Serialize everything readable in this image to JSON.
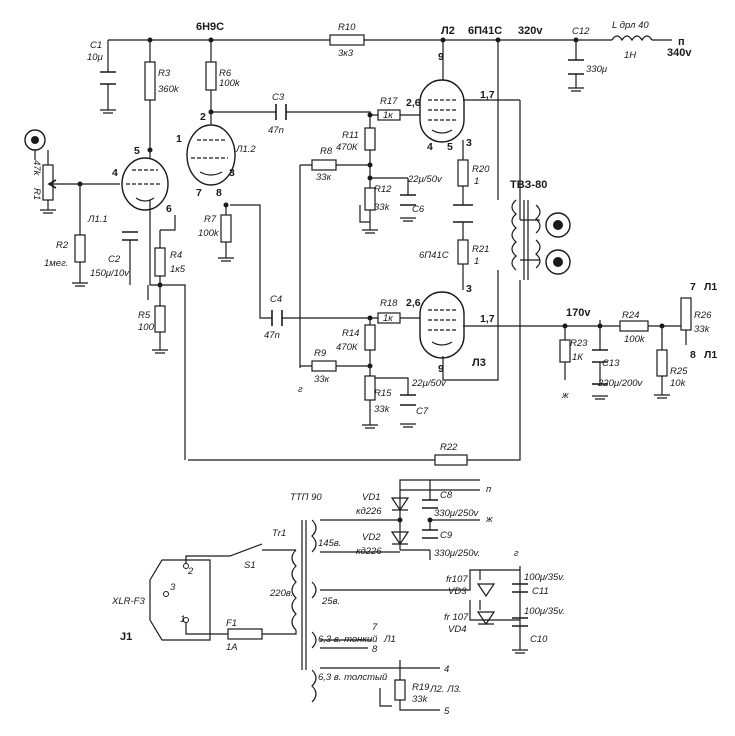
{
  "tubes": {
    "driver": "6Н9С",
    "output": "6П41С",
    "output2": "6П41С",
    "v1": "Л1.1",
    "v2": "Л1.2",
    "l2": "Л2",
    "l3": "Л3"
  },
  "rails": {
    "b320": "320v",
    "b340": "340v",
    "b170": "170v",
    "n": "п"
  },
  "transformer_out": "ТВЗ-80",
  "choke": {
    "name": "L дрл 40",
    "value": "1Н"
  },
  "components": {
    "C1": [
      "C1",
      "10μ"
    ],
    "R3": [
      "R3",
      "360k"
    ],
    "R6": [
      "R6",
      "100k"
    ],
    "R10": [
      "R10",
      "3к3"
    ],
    "C12": [
      "C12",
      "330μ"
    ],
    "C3": [
      "C3",
      "47n"
    ],
    "R17": [
      "R17",
      "1к"
    ],
    "R11": [
      "R11",
      "470К"
    ],
    "R8": [
      "R8",
      "33к"
    ],
    "R12": [
      "R12",
      "33k"
    ],
    "C6": [
      "C6",
      "22μ/50v"
    ],
    "R20": [
      "R20",
      "1"
    ],
    "R21": [
      "R21",
      "1"
    ],
    "R1": [
      "R1",
      "47k"
    ],
    "R2": [
      "R2",
      "1мег."
    ],
    "R7": [
      "R7",
      "100k"
    ],
    "C2": [
      "C2",
      "150μ/10v"
    ],
    "R4": [
      "R4",
      "1к5"
    ],
    "R5": [
      "R5",
      "100"
    ],
    "C4": [
      "C4",
      "47n"
    ],
    "R18": [
      "R18",
      "1к"
    ],
    "R14": [
      "R14",
      "470К"
    ],
    "R9": [
      "R9",
      "33к"
    ],
    "R15": [
      "R15",
      "33k"
    ],
    "C7": [
      "C7",
      "22μ/50v"
    ],
    "R23": [
      "R23",
      "1К"
    ],
    "C13": [
      "C13",
      "220μ/200v"
    ],
    "R24": [
      "R24",
      "100k"
    ],
    "R25": [
      "R25",
      "10k"
    ],
    "R26": [
      "R26",
      "33k"
    ],
    "R22": [
      "R22",
      ""
    ]
  },
  "pins": {
    "p9a": "9",
    "p26a": "2,6",
    "p17a": "1,7",
    "p4": "4",
    "p5a": "5",
    "p3a": "3",
    "p3b": "3",
    "p26b": "2,6",
    "p17b": "1,7",
    "p9b": "9",
    "v1_5": "5",
    "v1_4": "4",
    "v1_6": "6",
    "v2_2": "2",
    "v2_1": "1",
    "v2_7": "7",
    "v2_3": "3",
    "v2_8": "8",
    "j7": "7",
    "j8": "8",
    "jl1a": "Л1",
    "jl1b": "Л1",
    "g": "г",
    "zh": "ж"
  },
  "psu": {
    "ttp": "ТТП 90",
    "tr": "Тr1",
    "w145": "145в.",
    "w220": "220в.",
    "w25": "25в.",
    "w63thin": "6,3 в. тонкий",
    "w63thick": "6,3 в. толстый",
    "VD1": [
      "VD1",
      "кд226"
    ],
    "VD2": [
      "VD2",
      "кд226"
    ],
    "C8": [
      "C8",
      "330μ/250v"
    ],
    "C9": [
      "C9",
      "330μ/250v."
    ],
    "VD3": [
      "fr107",
      "VD3"
    ],
    "VD4": [
      "fr 107",
      "VD4"
    ],
    "C11": [
      "100μ/35v.",
      "C11"
    ],
    "C10": [
      "100μ/35v.",
      "C10"
    ],
    "R19": [
      "R19",
      "33k"
    ],
    "S1": "S1",
    "F1": [
      "F1",
      "1A"
    ],
    "xlr": "XLR-F3",
    "j1": "J1",
    "out_p": "п",
    "out_zh": "ж",
    "out_g": "г",
    "out_7": "7",
    "out_8": "8",
    "out_l1": "Л1",
    "out_4": "4",
    "out_5": "5",
    "out_l23": "Л2. Л3.",
    "xlr_pins": [
      "2",
      "3",
      "1"
    ]
  }
}
